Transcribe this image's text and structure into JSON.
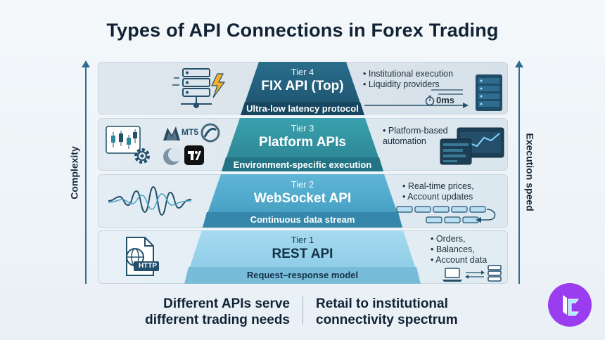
{
  "title": "Types of API Connections in Forex Trading",
  "left_axis_label": "Complexity",
  "right_axis_label": "Execution speed",
  "tiers": [
    {
      "tier": "Tier 4",
      "name": "FIX API (Top)",
      "description": "Ultra-low latency protocol",
      "bullets": [
        "Institutional execution",
        "Liquidity providers"
      ],
      "latency": "0ms"
    },
    {
      "tier": "Tier 3",
      "name": "Platform APIs",
      "description": "Environment-specific execution",
      "bullets": [
        "Platform-based automation"
      ],
      "platform_labels": [
        "MT5"
      ]
    },
    {
      "tier": "Tier 2",
      "name": "WebSocket API",
      "description": "Continuous data stream",
      "bullets": [
        "Real-time prices,",
        "Account updates"
      ]
    },
    {
      "tier": "Tier 1",
      "name": "REST API",
      "description": "Request–response model",
      "bullets": [
        "Orders,",
        "Balances,",
        "Account data"
      ],
      "file_label": "HTTP"
    }
  ],
  "bottom_left": [
    "Different APIs serve",
    "different trading needs"
  ],
  "bottom_right": [
    "Retail to institutional",
    "connectivity spectrum"
  ],
  "colors": {
    "tier4": "#1d5a78",
    "tier3": "#2d8a9a",
    "tier2": "#4aa3c6",
    "tier1": "#8fd0ea",
    "logo": "#9a3cf0",
    "axis": "#2d6f8f"
  },
  "icons": [
    "server-lightning-icon",
    "server-rack-icon",
    "stopwatch-icon",
    "candlestick-chart-icon",
    "gear-icon",
    "metatrader-icon",
    "ctrader-icon",
    "tradingview-icon",
    "trading-dashboard-icon",
    "signal-wave-icon",
    "data-stream-icon",
    "http-file-icon",
    "laptop-icon",
    "database-icon",
    "brand-logo-icon"
  ]
}
